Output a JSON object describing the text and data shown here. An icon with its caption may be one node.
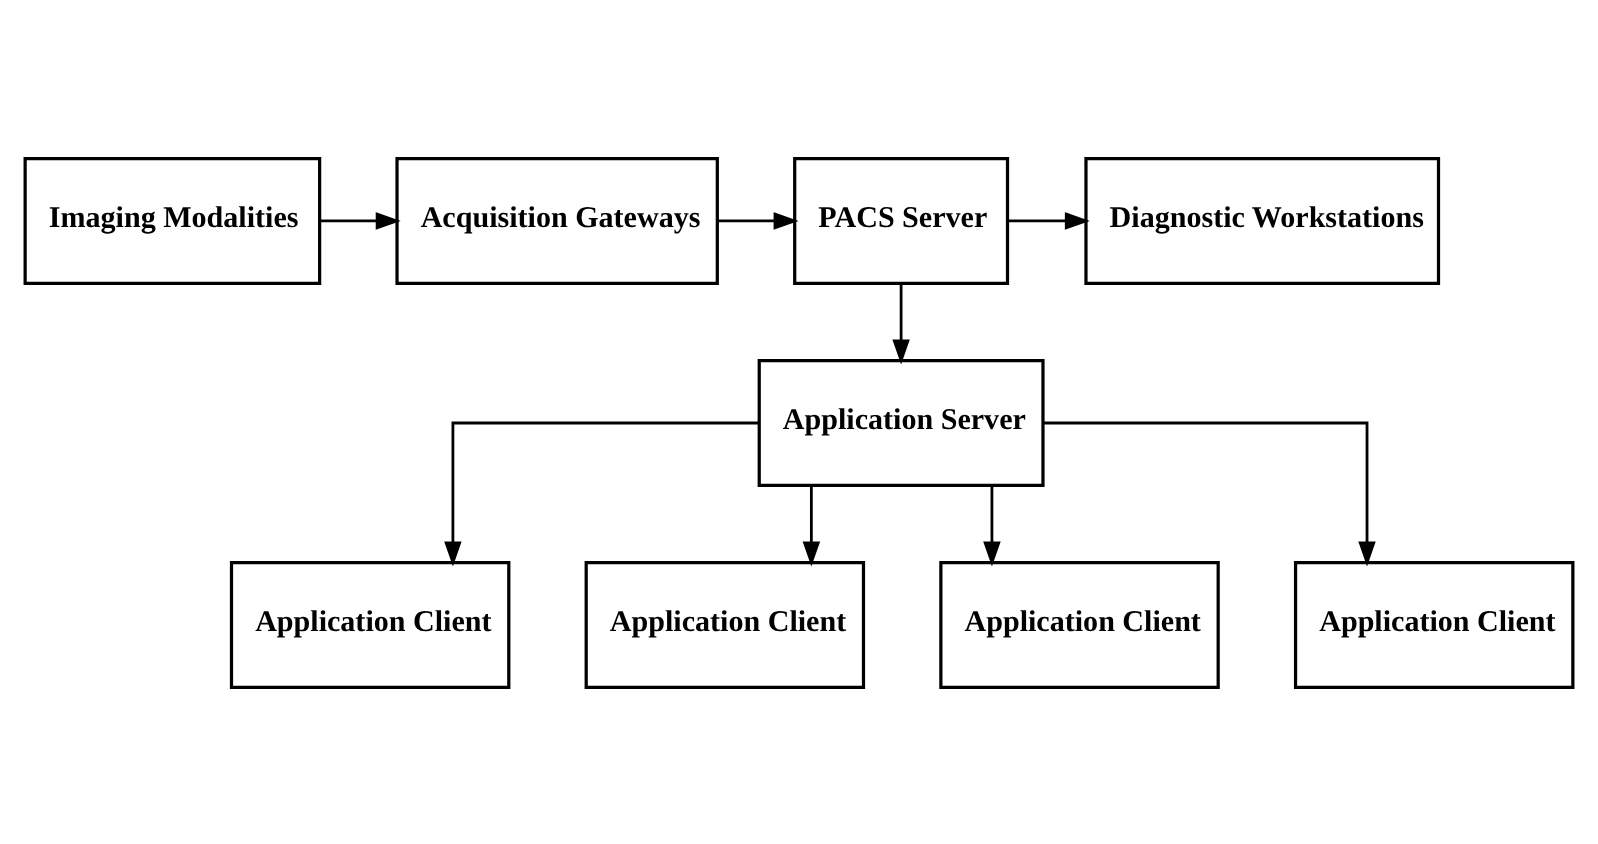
{
  "diagram": {
    "nodes": [
      {
        "text": [
          "Imaging Modalities"
        ]
      },
      {
        "text": [
          "Acquisition Gateways"
        ]
      },
      {
        "text": [
          "PACS Server"
        ]
      },
      {
        "text": [
          "Diagnostic Workstations"
        ]
      },
      {
        "text": [
          "Application Server"
        ]
      },
      {
        "text": [
          "Application Client"
        ]
      },
      {
        "text": [
          "Application Client"
        ]
      },
      {
        "text": [
          "Application Client"
        ]
      },
      {
        "text": [
          "Application Client"
        ]
      }
    ],
    "edges": [
      {
        "from": 0,
        "to": 1,
        "arrow": "to"
      },
      {
        "from": 1,
        "to": 2,
        "arrow": "to"
      },
      {
        "from": 2,
        "to": 3,
        "arrow": "to"
      },
      {
        "from": 2,
        "to": 4,
        "arrow": "to"
      },
      {
        "from": 4,
        "to": 5,
        "arrow": "to"
      },
      {
        "from": 4,
        "to": 6,
        "arrow": "to"
      },
      {
        "from": 4,
        "to": 7,
        "arrow": "to"
      },
      {
        "from": 4,
        "to": 8,
        "arrow": "to"
      }
    ]
  }
}
